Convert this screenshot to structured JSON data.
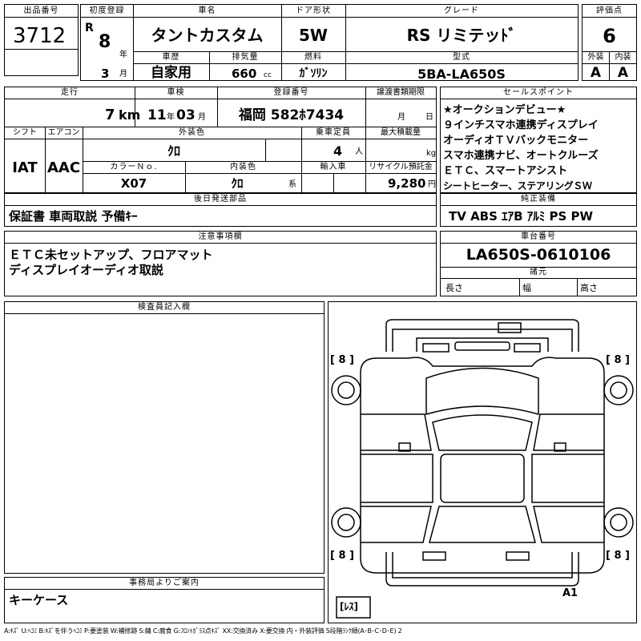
{
  "header": {
    "lot_no_label": "出品番号",
    "lot_no": "3712",
    "first_reg_label": "初度登録",
    "era": "R",
    "year": "8",
    "year_unit": "年",
    "month": "3",
    "month_unit": "月",
    "car_name_label": "車名",
    "car_name": "タントカスタム",
    "history_label": "車歴",
    "history": "自家用",
    "displacement_label": "排気量",
    "displacement": "660",
    "displacement_unit": "cc",
    "door_label": "ドア形状",
    "door": "5W",
    "fuel_label": "燃料",
    "fuel": "ｶﾞｿﾘﾝ",
    "grade_label": "グレード",
    "grade": "RS リミテッﾄﾞ",
    "model_label": "型式",
    "model": "5BA-LA650S",
    "score_label": "評価点",
    "score": "6",
    "exterior_label": "外装",
    "exterior": "A",
    "interior_label": "内装",
    "interior": "A"
  },
  "row2": {
    "mileage_label": "走行",
    "mileage": "7",
    "mileage_unit": "km",
    "inspection_label": "車検",
    "insp_year": "11",
    "insp_year_unit": "年",
    "insp_month": "03",
    "insp_month_unit": "月",
    "reg_label": "登録番号",
    "reg_no": "福岡 582ﾎ7434",
    "transfer_label": "譲渡書類期限",
    "transfer_month_unit": "月",
    "transfer_day_unit": "日",
    "shift_label": "シフト",
    "shift": "IAT",
    "ac_label": "エアコン",
    "ac": "AAC",
    "ext_color_label": "外装色",
    "ext_color": "ｸﾛ",
    "capacity_label": "乗車定員",
    "capacity": "4",
    "capacity_unit": "人",
    "max_load_label": "最大積載量",
    "max_load_unit": "kg",
    "color_no_label": "カラーＮｏ.",
    "color_no": "X07",
    "int_color_label": "内装色",
    "int_color": "ｸﾛ",
    "int_color_unit": "系",
    "import_label": "輸入車",
    "recycle_label": "リサイクル預託金",
    "recycle": "9,280",
    "recycle_unit": "円"
  },
  "later_parts": {
    "label": "後日発送部品",
    "value": "保証書 車両取説 予備ｷｰ"
  },
  "sales_points": {
    "label": "セールスポイント",
    "lines": [
      "★オークションデビュー★",
      "９インチスマホ連携ディスプレイ",
      "オーディオＴＶバックモニター",
      "スマホ連携ナビ、オートクルーズ",
      "ＥＴＣ、スマートアシスト",
      "シートヒーター、ステアリングＳＷ"
    ]
  },
  "equipment": {
    "label": "純正装備",
    "value": "TV ABS ｴｱB ｱﾙﾐ PS PW"
  },
  "notes": {
    "label": "注意事項欄",
    "lines": [
      "ＥＴＣ未セットアップ、フロアマット",
      "ディスプレイオーディオ取説"
    ]
  },
  "chassis": {
    "label": "車台番号",
    "value": "LA650S-0610106",
    "dims_label": "諸元",
    "length_label": "長さ",
    "width_label": "幅",
    "height_label": "高さ"
  },
  "inspector": {
    "label": "検査員記入欄"
  },
  "diagram": {
    "tire_fl": "[ 8 ]",
    "tire_fr": "[ 8 ]",
    "tire_rl": "[ 8 ]",
    "tire_rr": "[ 8 ]",
    "mark": "A1",
    "spare": "[ﾚｽ]"
  },
  "office": {
    "label": "事務局よりご案内",
    "value": "キーケース"
  },
  "legend": "A:ｷｽﾞ U:ﾍｺﾐ B:ｷｽﾞを伴うﾍｺﾐ P:要塗装 W:補修跡 S:錆 C:腐食 G:ﾌﾛﾝﾄｶﾞﾗｽ点ｷｽﾞ XX:交換済み X:要交換 内・外装評価 5段階ﾗﾝｸ順(A･B･C･D･E) 2"
}
